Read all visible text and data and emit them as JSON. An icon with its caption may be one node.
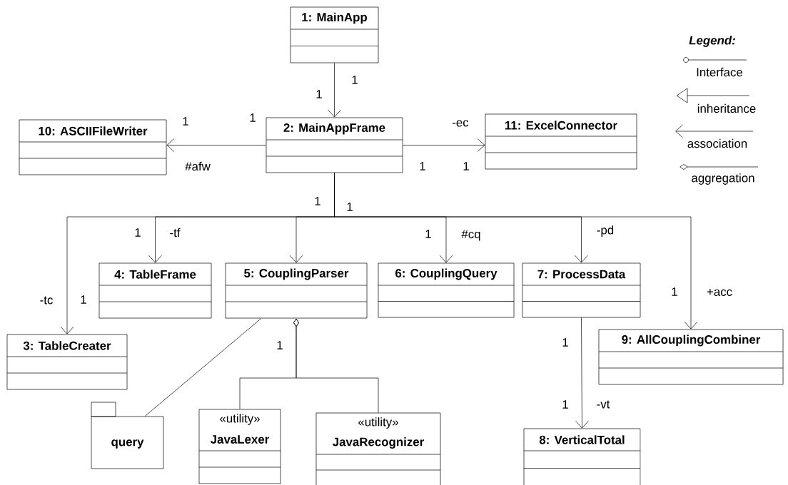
{
  "diagram": {
    "nodes": [
      {
        "text": [
          "1: MainApp"
        ]
      },
      {
        "text": [
          "2: MainAppFrame"
        ]
      },
      {
        "text": [
          "10: ASCIIFileWriter"
        ]
      },
      {
        "text": [
          "11: ExcelConnector"
        ]
      },
      {
        "text": [
          "3: TableCreater"
        ]
      },
      {
        "text": [
          "4: TableFrame"
        ]
      },
      {
        "text": [
          "5: CouplingParser"
        ]
      },
      {
        "text": [
          "6: CouplingQuery"
        ]
      },
      {
        "text": [
          "7: ProcessData"
        ]
      },
      {
        "text": [
          "9: AllCouplingCombiner"
        ]
      },
      {
        "text": [
          "query"
        ]
      },
      {
        "text": [
          "«utility»",
          "JavaLexer"
        ]
      },
      {
        "text": [
          "«utility»",
          "JavaRecognizer"
        ]
      },
      {
        "text": [
          "8: VerticalTotal"
        ]
      }
    ],
    "edges": [
      {
        "from": 0,
        "to": 1,
        "arrow": "to"
      },
      {
        "from": 1,
        "to": 2,
        "arrow": "to"
      },
      {
        "from": 1,
        "to": 3,
        "arrow": "to"
      },
      {
        "from": 1,
        "to": 4,
        "arrow": "to"
      },
      {
        "from": 1,
        "to": 5,
        "arrow": "to"
      },
      {
        "from": 1,
        "to": 6,
        "arrow": "to"
      },
      {
        "from": 1,
        "to": 7,
        "arrow": "to"
      },
      {
        "from": 1,
        "to": 8,
        "arrow": "to"
      },
      {
        "from": 1,
        "to": 9,
        "arrow": "to"
      },
      {
        "from": 6,
        "to": 10,
        "arrow": "none"
      },
      {
        "from": 11,
        "to": 6,
        "arrow": "other"
      },
      {
        "from": 12,
        "to": 6,
        "arrow": "other"
      },
      {
        "from": 8,
        "to": 13,
        "arrow": "to"
      }
    ],
    "labels": [
      "Legend:",
      "1",
      "1",
      "1",
      "1",
      "-ec",
      "#afw",
      "1",
      "1",
      "1",
      "1",
      "1",
      "-tf",
      "1",
      "#cq",
      "-pd",
      "-tc",
      "1",
      "1",
      "+acc",
      "1",
      "1",
      "1",
      "-vt"
    ],
    "legend": [
      {
        "text": "Interface"
      },
      {
        "text": "inheritance"
      },
      {
        "text": "association"
      },
      {
        "text": "aggregation"
      }
    ]
  }
}
